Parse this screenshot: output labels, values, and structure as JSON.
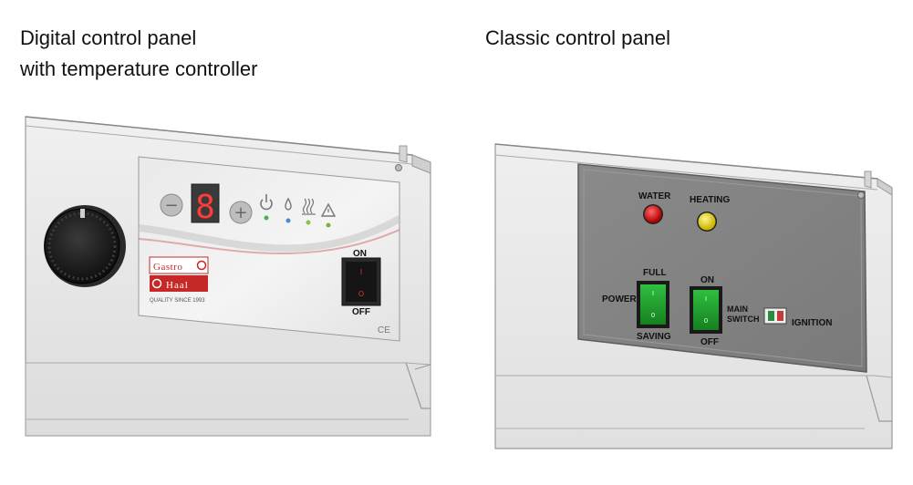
{
  "captions": {
    "digital_title_line1": "Digital control panel",
    "digital_title_line2": "with temperature controller",
    "classic_title": "Classic control panel"
  },
  "digital_panel": {
    "display_digit": "8",
    "minus_symbol": "−",
    "plus_symbol": "+",
    "brand_line1": "Gastro",
    "brand_line2": "Haal",
    "brand_tagline": "QUALITY SINCE 1993",
    "switch_on_label": "ON",
    "switch_off_label": "OFF",
    "switch_on_mark": "I",
    "switch_off_mark": "O",
    "ce_mark": "CE",
    "icons": [
      "power-icon",
      "water-drop-icon",
      "heating-icon",
      "warning-icon"
    ],
    "led_colors": [
      "#4caf50",
      "#4a88c7",
      "#8bc34a",
      "#7cb342"
    ]
  },
  "classic_panel": {
    "water_label": "WATER",
    "heating_label": "HEATING",
    "water_lamp_color": "#d01010",
    "heating_lamp_color": "#e8d81a",
    "power_label": "POWER",
    "full_label": "FULL",
    "saving_label": "SAVING",
    "on_label": "ON",
    "off_label": "OFF",
    "main_label_line1": "MAIN",
    "main_label_line2": "SWITCH",
    "ignition_label": "IGNITION",
    "switch_on_mark": "I",
    "switch_off_mark": "0",
    "switch_color": "#1e9e2e"
  }
}
